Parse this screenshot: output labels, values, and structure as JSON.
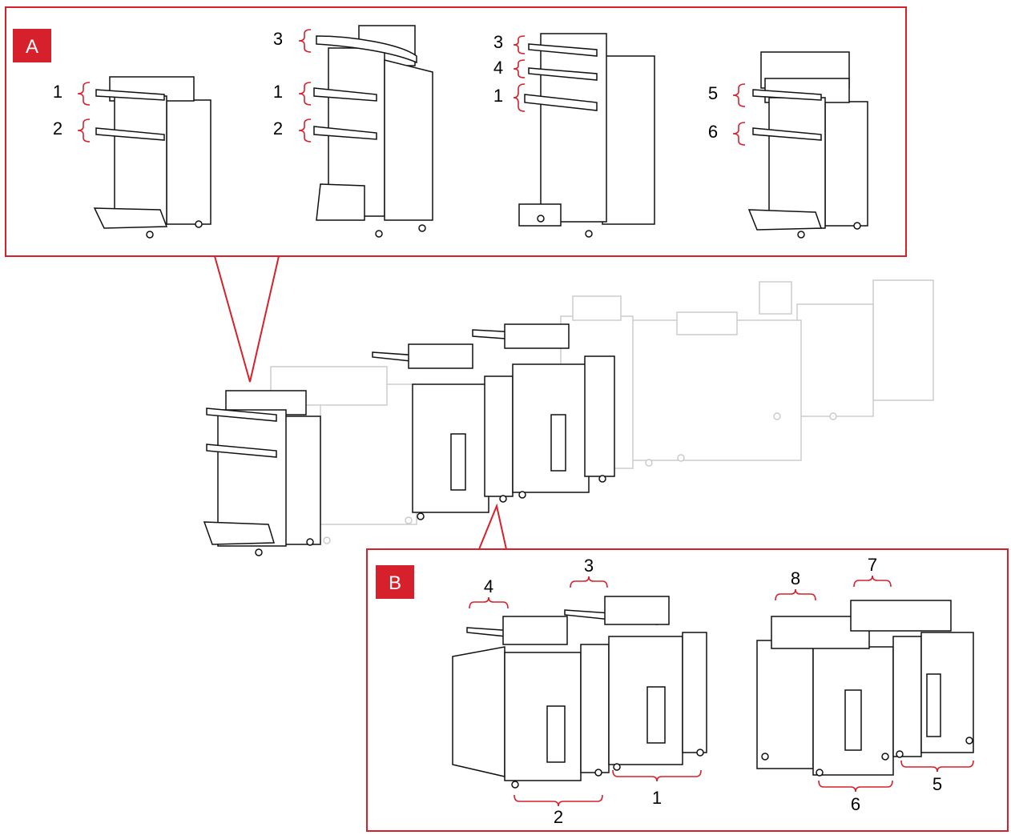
{
  "colors": {
    "accent": "#d6212c",
    "line": "#111111",
    "faded": "#c9c9c9",
    "badge_text": "#ffffff"
  },
  "panel_a": {
    "badge": "A",
    "labels": {
      "f1_1": "1",
      "f1_2": "2",
      "f2_3": "3",
      "f2_1": "1",
      "f2_2": "2",
      "f3_3": "3",
      "f3_4": "4",
      "f3_1": "1",
      "f4_5": "5",
      "f4_6": "6"
    }
  },
  "panel_b": {
    "badge": "B",
    "labels": {
      "l4": "4",
      "l3": "3",
      "l2": "2",
      "l1": "1",
      "l8": "8",
      "l7": "7",
      "l6": "6",
      "l5": "5"
    }
  }
}
